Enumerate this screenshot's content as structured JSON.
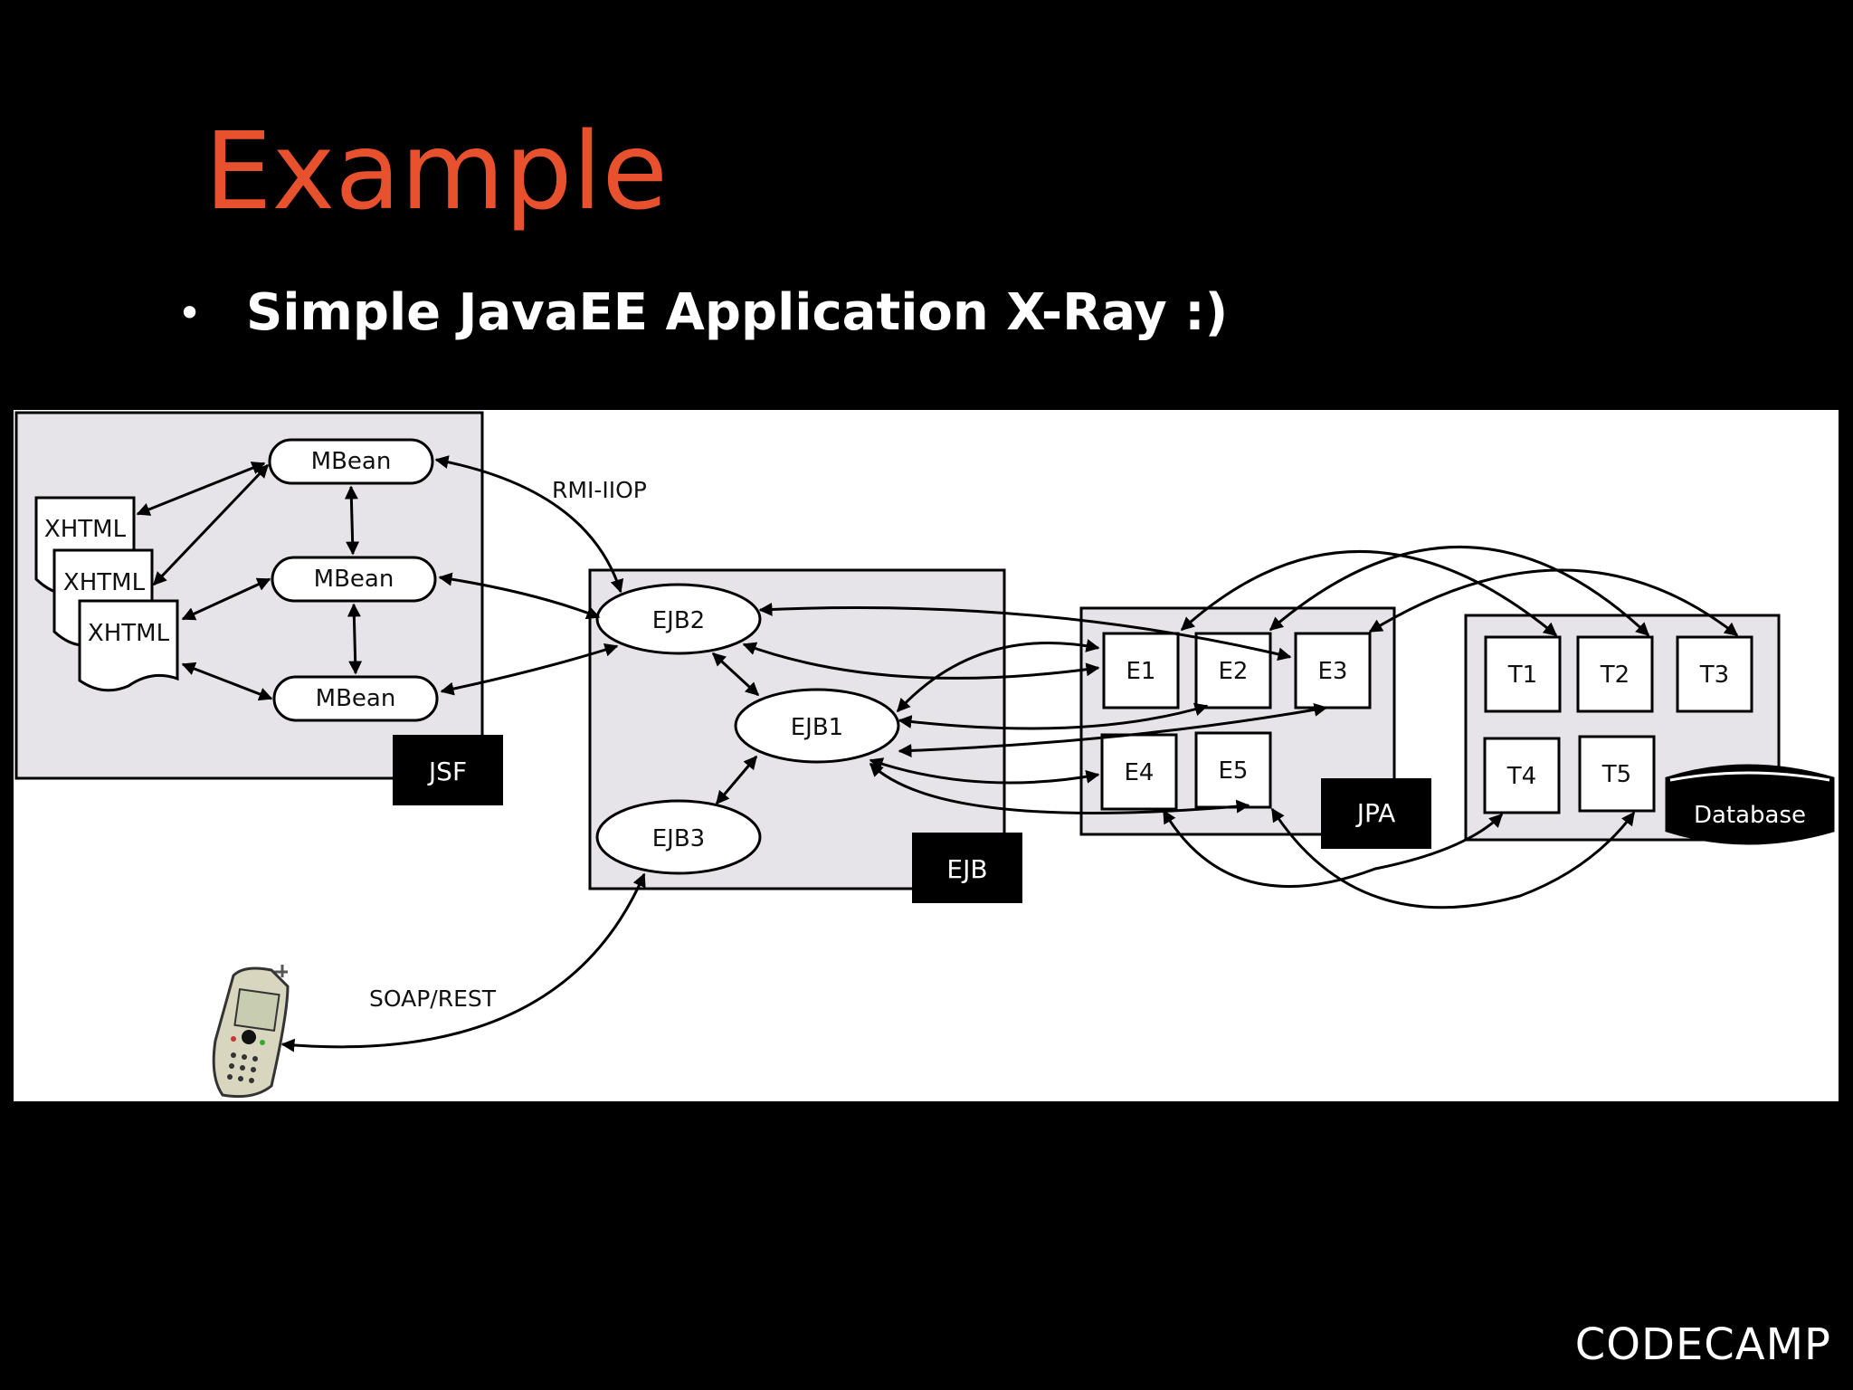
{
  "slide": {
    "title": "Example",
    "bullet": "Simple JavaEE Application X-Ray :)"
  },
  "diagram": {
    "xhtml_labels": [
      "XHTML",
      "XHTML",
      "XHTML"
    ],
    "mbean_labels": [
      "MBean",
      "MBean",
      "MBean"
    ],
    "jsf_label": "JSF",
    "rmi_label": "RMI-IIOP",
    "ejb_nodes": [
      "EJB2",
      "EJB1",
      "EJB3"
    ],
    "ejb_label": "EJB",
    "entities": [
      "E1",
      "E2",
      "E3",
      "E4",
      "E5"
    ],
    "jpa_label": "JPA",
    "tables": [
      "T1",
      "T2",
      "T3",
      "T4",
      "T5"
    ],
    "database_label": "Database",
    "soap_label": "SOAP/REST",
    "phone_icon": "mobile-phone-icon"
  },
  "footer": {
    "logo_text": "CODECAMP",
    "colors": {
      "title": "#e8512e",
      "logo_accent_1": "#e8512e",
      "logo_accent_2": "#57b7e5"
    }
  }
}
